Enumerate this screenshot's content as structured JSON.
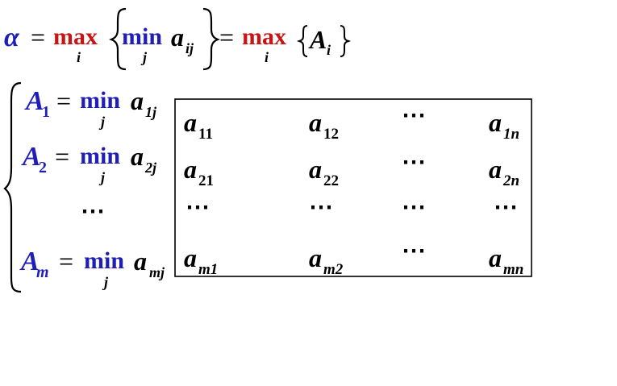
{
  "colors": {
    "blue": "#1f1fb8",
    "red": "#c81414",
    "black": "#000000"
  },
  "top_formula": {
    "alpha": "α",
    "equals_1": "=",
    "max_1": "max",
    "max_1_sub": "i",
    "min": "min",
    "min_sub": "j",
    "a": "a",
    "a_sub": "ij",
    "equals_2": "=",
    "max_2": "max",
    "max_2_sub": "i",
    "A": "A",
    "A_sub": "i"
  },
  "system": {
    "rows": [
      {
        "A": "A",
        "sub": "1",
        "eq": "=",
        "min": "min",
        "min_sub": "j",
        "a": "a",
        "a_sub": "1j"
      },
      {
        "A": "A",
        "sub": "2",
        "eq": "=",
        "min": "min",
        "min_sub": "j",
        "a": "a",
        "a_sub": "2j"
      },
      {
        "A": "A",
        "sub": "m",
        "eq": "=",
        "min": "min",
        "min_sub": "j",
        "a": "a",
        "a_sub": "mj"
      }
    ],
    "ellipsis": "⋯"
  },
  "matrix": {
    "rows": [
      [
        {
          "base": "a",
          "sub": "11"
        },
        {
          "base": "a",
          "sub": "12"
        },
        {
          "base": "⋯",
          "sub": ""
        },
        {
          "base": "a",
          "sub": "1n"
        }
      ],
      [
        {
          "base": "a",
          "sub": "21"
        },
        {
          "base": "a",
          "sub": "22"
        },
        {
          "base": "⋯",
          "sub": ""
        },
        {
          "base": "a",
          "sub": "2n"
        }
      ],
      [
        {
          "base": "⋯",
          "sub": ""
        },
        {
          "base": "⋯",
          "sub": ""
        },
        {
          "base": "⋯",
          "sub": ""
        },
        {
          "base": "⋯",
          "sub": ""
        }
      ],
      [
        {
          "base": "a",
          "sub": "m1"
        },
        {
          "base": "a",
          "sub": "m2"
        },
        {
          "base": "⋯",
          "sub": ""
        },
        {
          "base": "a",
          "sub": "mn"
        }
      ]
    ]
  }
}
